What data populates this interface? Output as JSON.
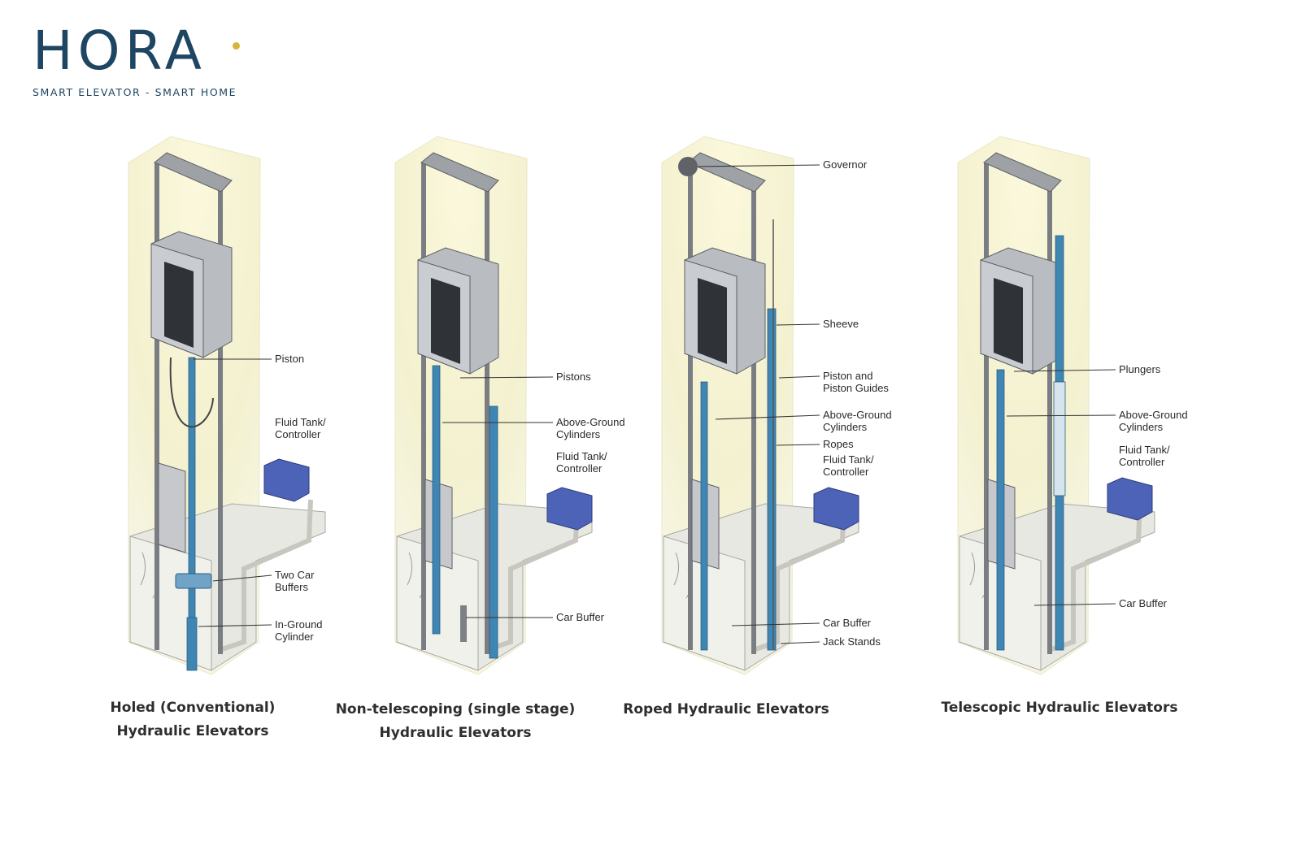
{
  "logo": {
    "word": "HORA",
    "tagline": "SMART ELEVATOR - SMART HOME",
    "colors": {
      "navy": "#1e4562",
      "accent_dot": "#d8b43a"
    }
  },
  "colors": {
    "shaft_glow": "#f6f3cf",
    "cylinder_blue": "#3f86b4",
    "cabin_gray": "#b9bcc0",
    "frame_gray": "#7a7d82",
    "pit_concrete": "#e8e8e2",
    "fluid_tank": "#4d63b8"
  },
  "elevators": [
    {
      "caption_lines": [
        "Holed (Conventional)",
        "Hydraulic Elevators"
      ],
      "labels": [
        {
          "lines": [
            "Piston"
          ]
        },
        {
          "lines": [
            "Fluid Tank/",
            "Controller"
          ]
        },
        {
          "lines": [
            "Two Car",
            "Buffers"
          ]
        },
        {
          "lines": [
            "In-Ground",
            "Cylinder"
          ]
        }
      ]
    },
    {
      "caption_lines": [
        "Non-telescoping (single stage)",
        "Hydraulic Elevators"
      ],
      "labels": [
        {
          "lines": [
            "Pistons"
          ]
        },
        {
          "lines": [
            "Above-Ground",
            "Cylinders"
          ]
        },
        {
          "lines": [
            "Fluid Tank/",
            "Controller"
          ]
        },
        {
          "lines": [
            "Car Buffer"
          ]
        }
      ]
    },
    {
      "caption_lines": [
        "Roped Hydraulic Elevators"
      ],
      "labels": [
        {
          "lines": [
            "Governor"
          ]
        },
        {
          "lines": [
            "Sheeve"
          ]
        },
        {
          "lines": [
            "Piston and",
            "Piston Guides"
          ]
        },
        {
          "lines": [
            "Above-Ground",
            "Cylinders"
          ]
        },
        {
          "lines": [
            "Ropes"
          ]
        },
        {
          "lines": [
            "Fluid Tank/",
            "Controller"
          ]
        },
        {
          "lines": [
            "Car Buffer"
          ]
        },
        {
          "lines": [
            "Jack Stands"
          ]
        }
      ]
    },
    {
      "caption_lines": [
        "Telescopic Hydraulic Elevators"
      ],
      "labels": [
        {
          "lines": [
            "Plungers"
          ]
        },
        {
          "lines": [
            "Above-Ground",
            "Cylinders"
          ]
        },
        {
          "lines": [
            "Fluid Tank/",
            "Controller"
          ]
        },
        {
          "lines": [
            "Car Buffer"
          ]
        }
      ]
    }
  ]
}
